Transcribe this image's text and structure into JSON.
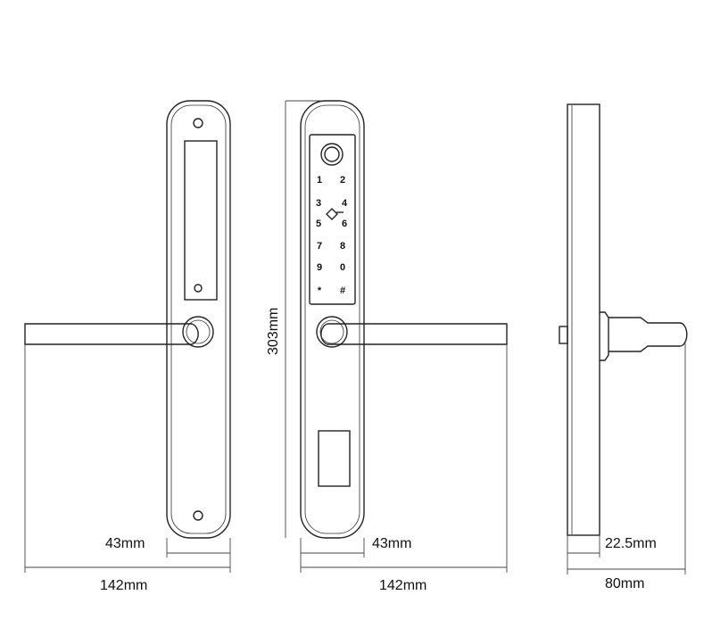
{
  "dimensions": {
    "front_plate_width": "43mm",
    "front_total_width": "142mm",
    "back_plate_width": "43mm",
    "back_total_width": "142mm",
    "height": "303mm",
    "side_depth": "22.5mm",
    "side_total_depth": "80mm"
  },
  "keypad": {
    "keys": [
      "1",
      "2",
      "3",
      "4",
      "5",
      "6",
      "7",
      "8",
      "9",
      "0",
      "*",
      "#"
    ]
  },
  "colors": {
    "line": "#222222",
    "background": "#ffffff"
  }
}
